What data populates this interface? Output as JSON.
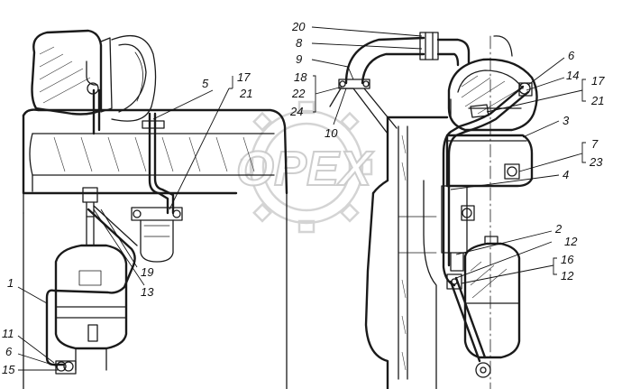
{
  "watermark": {
    "text": "OPEX"
  },
  "callouts": {
    "c1": "1",
    "c2": "2",
    "c3": "3",
    "c4": "4",
    "c5": "5",
    "c6a": "6",
    "c6b": "6",
    "c7": "7",
    "c8": "8",
    "c9": "9",
    "c10": "10",
    "c11": "11",
    "c12a": "12",
    "c12b": "12",
    "c13": "13",
    "c14": "14",
    "c15": "15",
    "c16": "16",
    "c17a": "17",
    "c17b": "17",
    "c18": "18",
    "c19": "19",
    "c20": "20",
    "c21a": "21",
    "c21b": "21",
    "c22": "22",
    "c23": "23",
    "c24": "24"
  },
  "colors": {
    "line": "#1a1a1a",
    "background": "#ffffff",
    "watermark": "#c9c9c9"
  }
}
